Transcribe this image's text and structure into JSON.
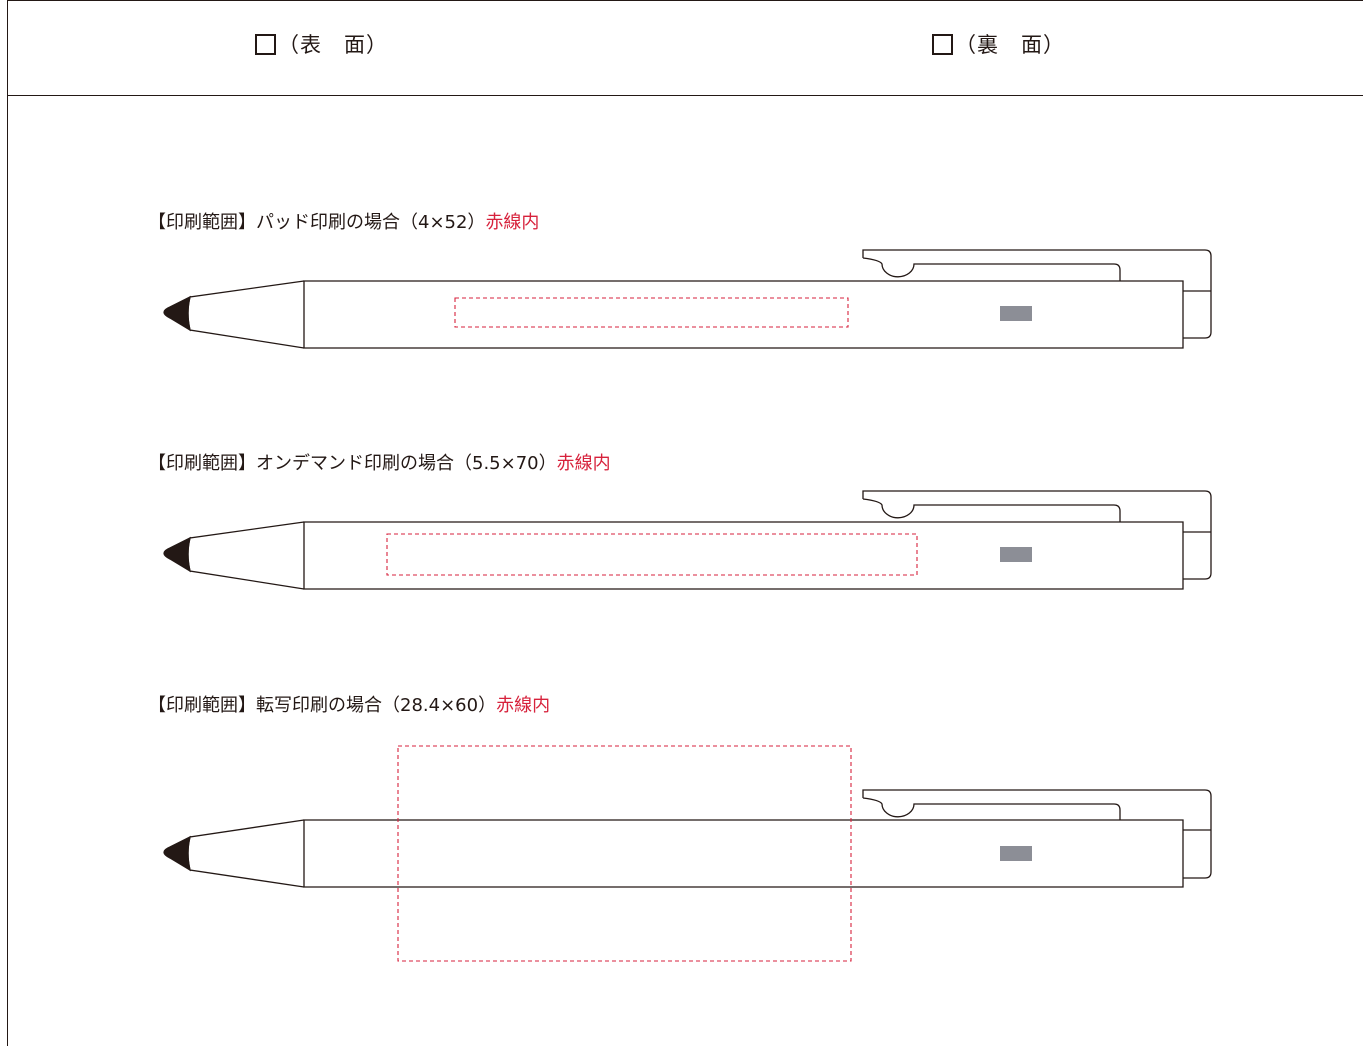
{
  "header": {
    "front_label": "（表　面）",
    "back_label": "（裏　面）"
  },
  "sections": [
    {
      "label_prefix": "【印刷範囲】パッド印刷の場合（4×52）",
      "label_suffix": "赤線内"
    },
    {
      "label_prefix": "【印刷範囲】オンデマンド印刷の場合（5.5×70）",
      "label_suffix": "赤線内"
    },
    {
      "label_prefix": "【印刷範囲】転写印刷の場合（28.4×60）",
      "label_suffix": "赤線内"
    }
  ],
  "colors": {
    "line": "#231815",
    "print_area": "#d7223c",
    "logo_plate": "#8c8e96"
  }
}
